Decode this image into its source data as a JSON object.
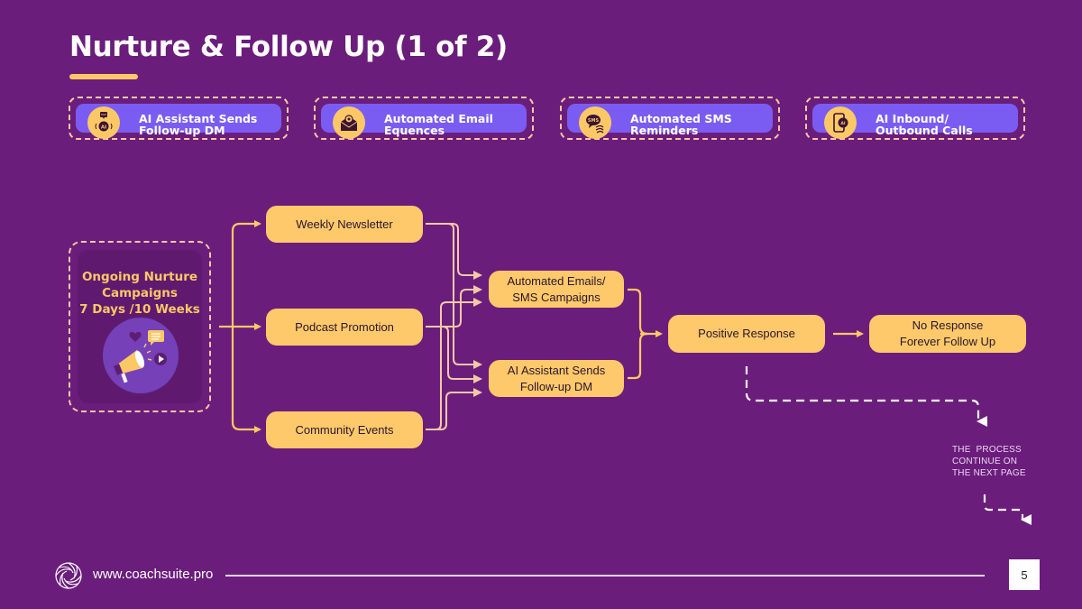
{
  "slide": {
    "title": "Nurture & Follow Up (1 of 2)",
    "accent_color": "#fbc865",
    "background_color": "#6b1d7c"
  },
  "features": [
    {
      "line1": "AI Assistant Sends",
      "line2": "Follow-up DM",
      "icon": "ai-chat-icon"
    },
    {
      "line1": "Automated Email",
      "line2": "Equences",
      "icon": "email-gear-icon"
    },
    {
      "line1": "Automated SMS",
      "line2": "Reminders",
      "icon": "sms-bubble-icon"
    },
    {
      "line1": "AI Inbound/",
      "line2": "Outbound Calls",
      "icon": "ai-phone-icon"
    }
  ],
  "icon_text": {
    "ai": "AI",
    "sms": "SMS"
  },
  "source": {
    "line1": "Ongoing Nurture",
    "line2": "Campaigns",
    "line3": "7 Days /10 Weeks",
    "icon": "megaphone-icon"
  },
  "channels": [
    {
      "label": "Weekly Newsletter"
    },
    {
      "label": "Podcast Promotion"
    },
    {
      "label": "Community Events"
    }
  ],
  "actions": [
    {
      "line1": "Automated Emails/",
      "line2": "SMS Campaigns"
    },
    {
      "line1": "AI Assistant Sends",
      "line2": "Follow-up DM"
    }
  ],
  "outcomes": {
    "positive": "Positive Response",
    "none_line1": "No Response",
    "none_line2": "Forever Follow Up"
  },
  "continue_note": {
    "line1": "THE  PROCESS",
    "line2": "CONTINUE ON",
    "line3": "THE NEXT PAGE"
  },
  "footer": {
    "url": "www.coachsuite.pro",
    "page_number": "5"
  }
}
